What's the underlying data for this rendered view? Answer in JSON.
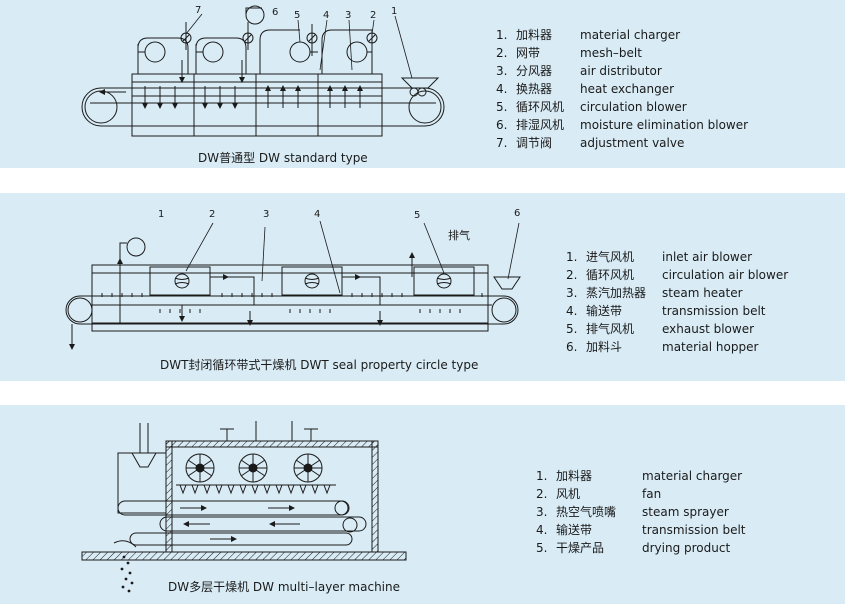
{
  "panels": {
    "standard": {
      "caption": "DW普通型 DW standard type",
      "callouts": [
        "7",
        "6",
        "5",
        "4",
        "3",
        "2",
        "1"
      ],
      "legend": [
        {
          "num": "1.",
          "zh": "加料器",
          "en": "material charger"
        },
        {
          "num": "2.",
          "zh": "网带",
          "en": "mesh–belt"
        },
        {
          "num": "3.",
          "zh": "分风器",
          "en": "air distributor"
        },
        {
          "num": "4.",
          "zh": "换热器",
          "en": "heat exchanger"
        },
        {
          "num": "5.",
          "zh": "循环风机",
          "en": "circulation blower"
        },
        {
          "num": "6.",
          "zh": "排湿风机",
          "en": "moisture elimination blower"
        },
        {
          "num": "7.",
          "zh": "调节阀",
          "en": "adjustment valve"
        }
      ]
    },
    "seal": {
      "caption": "DWT封闭循环带式干燥机 DWT seal property circle type",
      "callouts": [
        "1",
        "2",
        "3",
        "4",
        "5",
        "6"
      ],
      "exhaust_label": "排气",
      "legend": [
        {
          "num": "1.",
          "zh": "进气风机",
          "en": "inlet air blower"
        },
        {
          "num": "2.",
          "zh": "循环风机",
          "en": "circulation air blower"
        },
        {
          "num": "3.",
          "zh": "蒸汽加热器",
          "en": "steam heater"
        },
        {
          "num": "4.",
          "zh": "输送带",
          "en": "transmission belt"
        },
        {
          "num": "5.",
          "zh": "排气风机",
          "en": "exhaust blower"
        },
        {
          "num": "6.",
          "zh": "加料斗",
          "en": "material hopper"
        }
      ]
    },
    "multilayer": {
      "caption": "DW多层干燥机  DW multi–layer machine",
      "legend": [
        {
          "num": "1.",
          "zh": "加料器",
          "en": "material charger"
        },
        {
          "num": "2.",
          "zh": "风机",
          "en": "fan"
        },
        {
          "num": "3.",
          "zh": "热空气喷嘴",
          "en": "steam sprayer"
        },
        {
          "num": "4.",
          "zh": "输送带",
          "en": "transmission belt"
        },
        {
          "num": "5.",
          "zh": "干燥产品",
          "en": "drying product"
        }
      ]
    }
  },
  "colors": {
    "panel_bg": "#d9ecf6",
    "line": "#1a1a1a"
  }
}
